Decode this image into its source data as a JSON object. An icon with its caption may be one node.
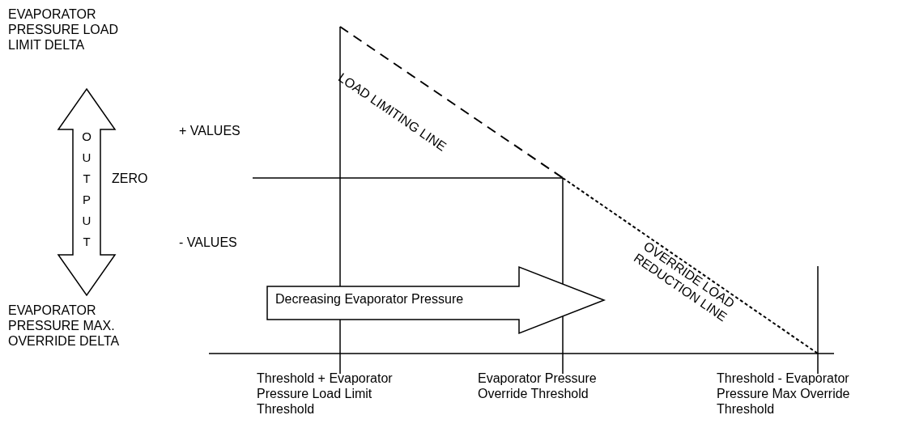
{
  "diagram": {
    "nodes": [
      {
        "text": [
          "OUTPUT"
        ]
      },
      {
        "text": [
          "Decreasing Evaporator Pressure"
        ]
      }
    ],
    "labels": [
      "EVAPORATOR PRESSURE LOAD LIMIT DELTA",
      "LOAD LIMITING LINE",
      "+ VALUES",
      "ZERO",
      "OVERRIDE LOAD REDUCTION LINE",
      "- VALUES",
      "EVAPORATOR PRESSURE MAX. OVERRIDE DELTA",
      "Threshold + Evaporator Pressure Load Limit Threshold",
      "Evaporator Pressure Override Threshold",
      "Threshold - Evaporator Pressure Max Override Threshold"
    ]
  }
}
